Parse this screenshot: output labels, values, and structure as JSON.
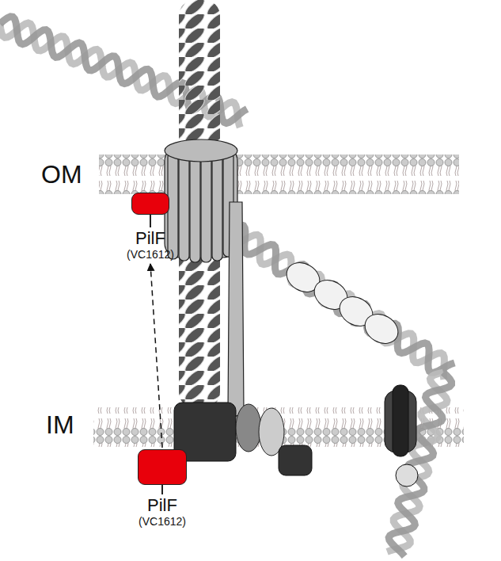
{
  "diagram": {
    "nodes": [
      {
        "text": [
          "PilF",
          "(VC1612)"
        ]
      },
      {
        "text": [
          "PilF",
          "(VC1612)"
        ]
      }
    ],
    "edges": [
      {
        "from": 1,
        "to": 0,
        "arrow": "to"
      }
    ],
    "labels": [
      "OM",
      "IM"
    ]
  }
}
